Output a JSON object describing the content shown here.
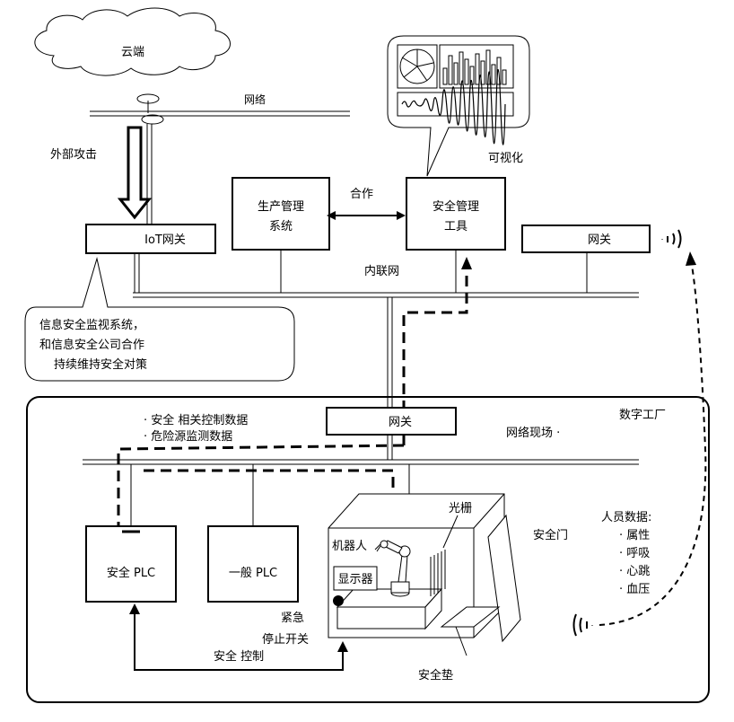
{
  "labels": {
    "cloud": "云端",
    "network": "网络",
    "external_attack": "外部攻击",
    "iot_gateway": "IoT网关",
    "production_system_line1": "生产管理",
    "production_system_line2": "系统",
    "cooperation": "合作",
    "security_tool_line1": "安全管理",
    "security_tool_line2": "工具",
    "visualization": "可视化",
    "gateway_right": "网关",
    "intranet": "内联网",
    "callout_line1": "信息安全监视系统，",
    "callout_line2": "和信息安全公司合作",
    "callout_line3": "持续维持安全对策",
    "digital_factory": "数字工厂",
    "gateway_factory": "网关",
    "field_network": "网络现场 ·",
    "data_item1": "· 安全 相关控制数据",
    "data_item2": "· 危险源监测数据",
    "safety_plc": "安全 PLC",
    "general_plc": "一般 PLC",
    "robot": "机器人",
    "light_curtain": "光栅",
    "display": "显示器",
    "safety_door": "安全门",
    "emergency_line1": "紧急",
    "emergency_line2": "停止开关",
    "safety_control": "安全 控制",
    "safety_mat": "安全垫",
    "personnel_title": "人员数据:",
    "personnel_item1": "· 属性",
    "personnel_item2": "· 呼吸",
    "personnel_item3": "· 心跳",
    "personnel_item4": "· 血压"
  },
  "style": {
    "line_color": "#000000",
    "background": "#ffffff"
  }
}
